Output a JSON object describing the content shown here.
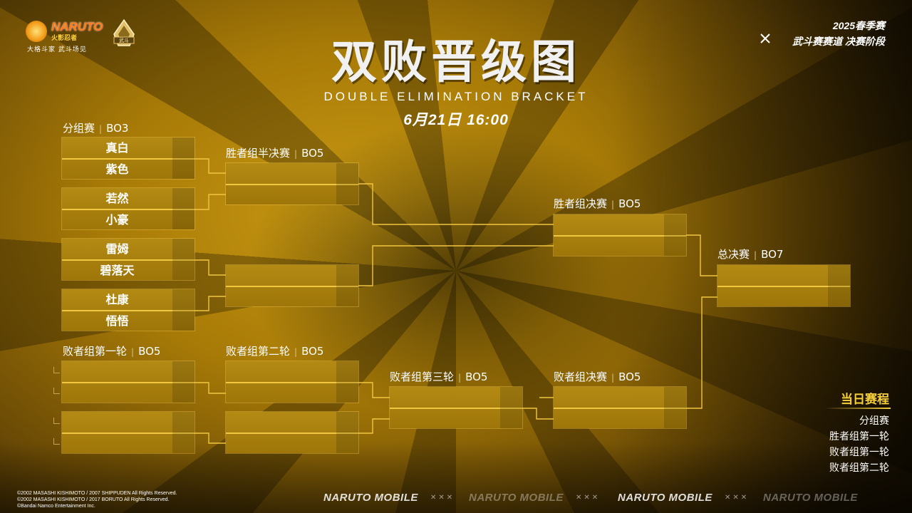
{
  "header": {
    "logo_text": "NARUTO",
    "logo_sub": "火影忍者",
    "logo_tagline": "大格斗家  武斗场见",
    "emblem_text": "武斗",
    "title_cn": "双败晋级图",
    "title_en": "DOUBLE ELIMINATION BRACKET",
    "date": "6月21日 16:00",
    "season_line1": "2025春季赛",
    "season_line2": "武斗赛赛道 决赛阶段"
  },
  "stages": {
    "group": {
      "name": "分组赛",
      "bo": "BO3"
    },
    "winners_semi": {
      "name": "胜者组半决赛",
      "bo": "BO5"
    },
    "winners_final": {
      "name": "胜者组决赛",
      "bo": "BO5"
    },
    "grand_final": {
      "name": "总决赛",
      "bo": "BO7"
    },
    "losers_r1": {
      "name": "败者组第一轮",
      "bo": "BO5"
    },
    "losers_r2": {
      "name": "败者组第二轮",
      "bo": "BO5"
    },
    "losers_r3": {
      "name": "败者组第三轮",
      "bo": "BO5"
    },
    "losers_final": {
      "name": "败者组决赛",
      "bo": "BO5"
    }
  },
  "group_matches": [
    {
      "a": "真白",
      "b": "紫色"
    },
    {
      "a": "若然",
      "b": "小豪"
    },
    {
      "a": "雷姆",
      "b": "碧落天"
    },
    {
      "a": "杜康",
      "b": "悟悟"
    }
  ],
  "schedule": {
    "title": "当日赛程",
    "items": [
      "分组赛",
      "胜者组第一轮",
      "败者组第一轮",
      "败者组第二轮"
    ]
  },
  "footer": {
    "brand": "NARUTO MOBILE",
    "separator": "✕✕✕",
    "copyright": [
      "©2002 MASASHI KISHIMOTO / 2007 SHIPPUDEN All Rights Reserved.",
      "©2002 MASASHI KISHIMOTO / 2017 BORUTO All Rights Reserved.",
      "©Bandai Namco Entertainment Inc."
    ]
  },
  "colors": {
    "accent": "#f6cf3b",
    "line": "#f1c640",
    "box": "#a97f0d"
  }
}
